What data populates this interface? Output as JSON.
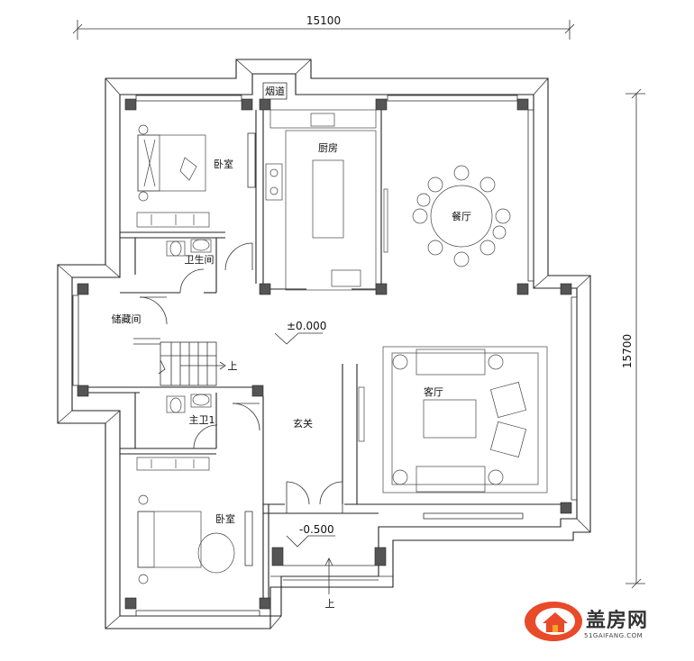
{
  "dimensions": {
    "width_total": "15100",
    "height_total": "15700"
  },
  "levels": {
    "main_floor": "±0.000",
    "entrance": "-0.500"
  },
  "rooms": {
    "bedroom_top": "卧室",
    "chimney": "烟道",
    "kitchen": "厨房",
    "dining": "餐厅",
    "bathroom": "卫生间",
    "storage": "储藏间",
    "living": "客厅",
    "master_bath": "主卫1",
    "foyer": "玄关",
    "bedroom_bottom": "卧室"
  },
  "stairs": {
    "up_label": "上",
    "entrance_up_label": "上"
  },
  "watermark": {
    "brand": "盖房网",
    "site": "51GAIFANG.COM"
  }
}
